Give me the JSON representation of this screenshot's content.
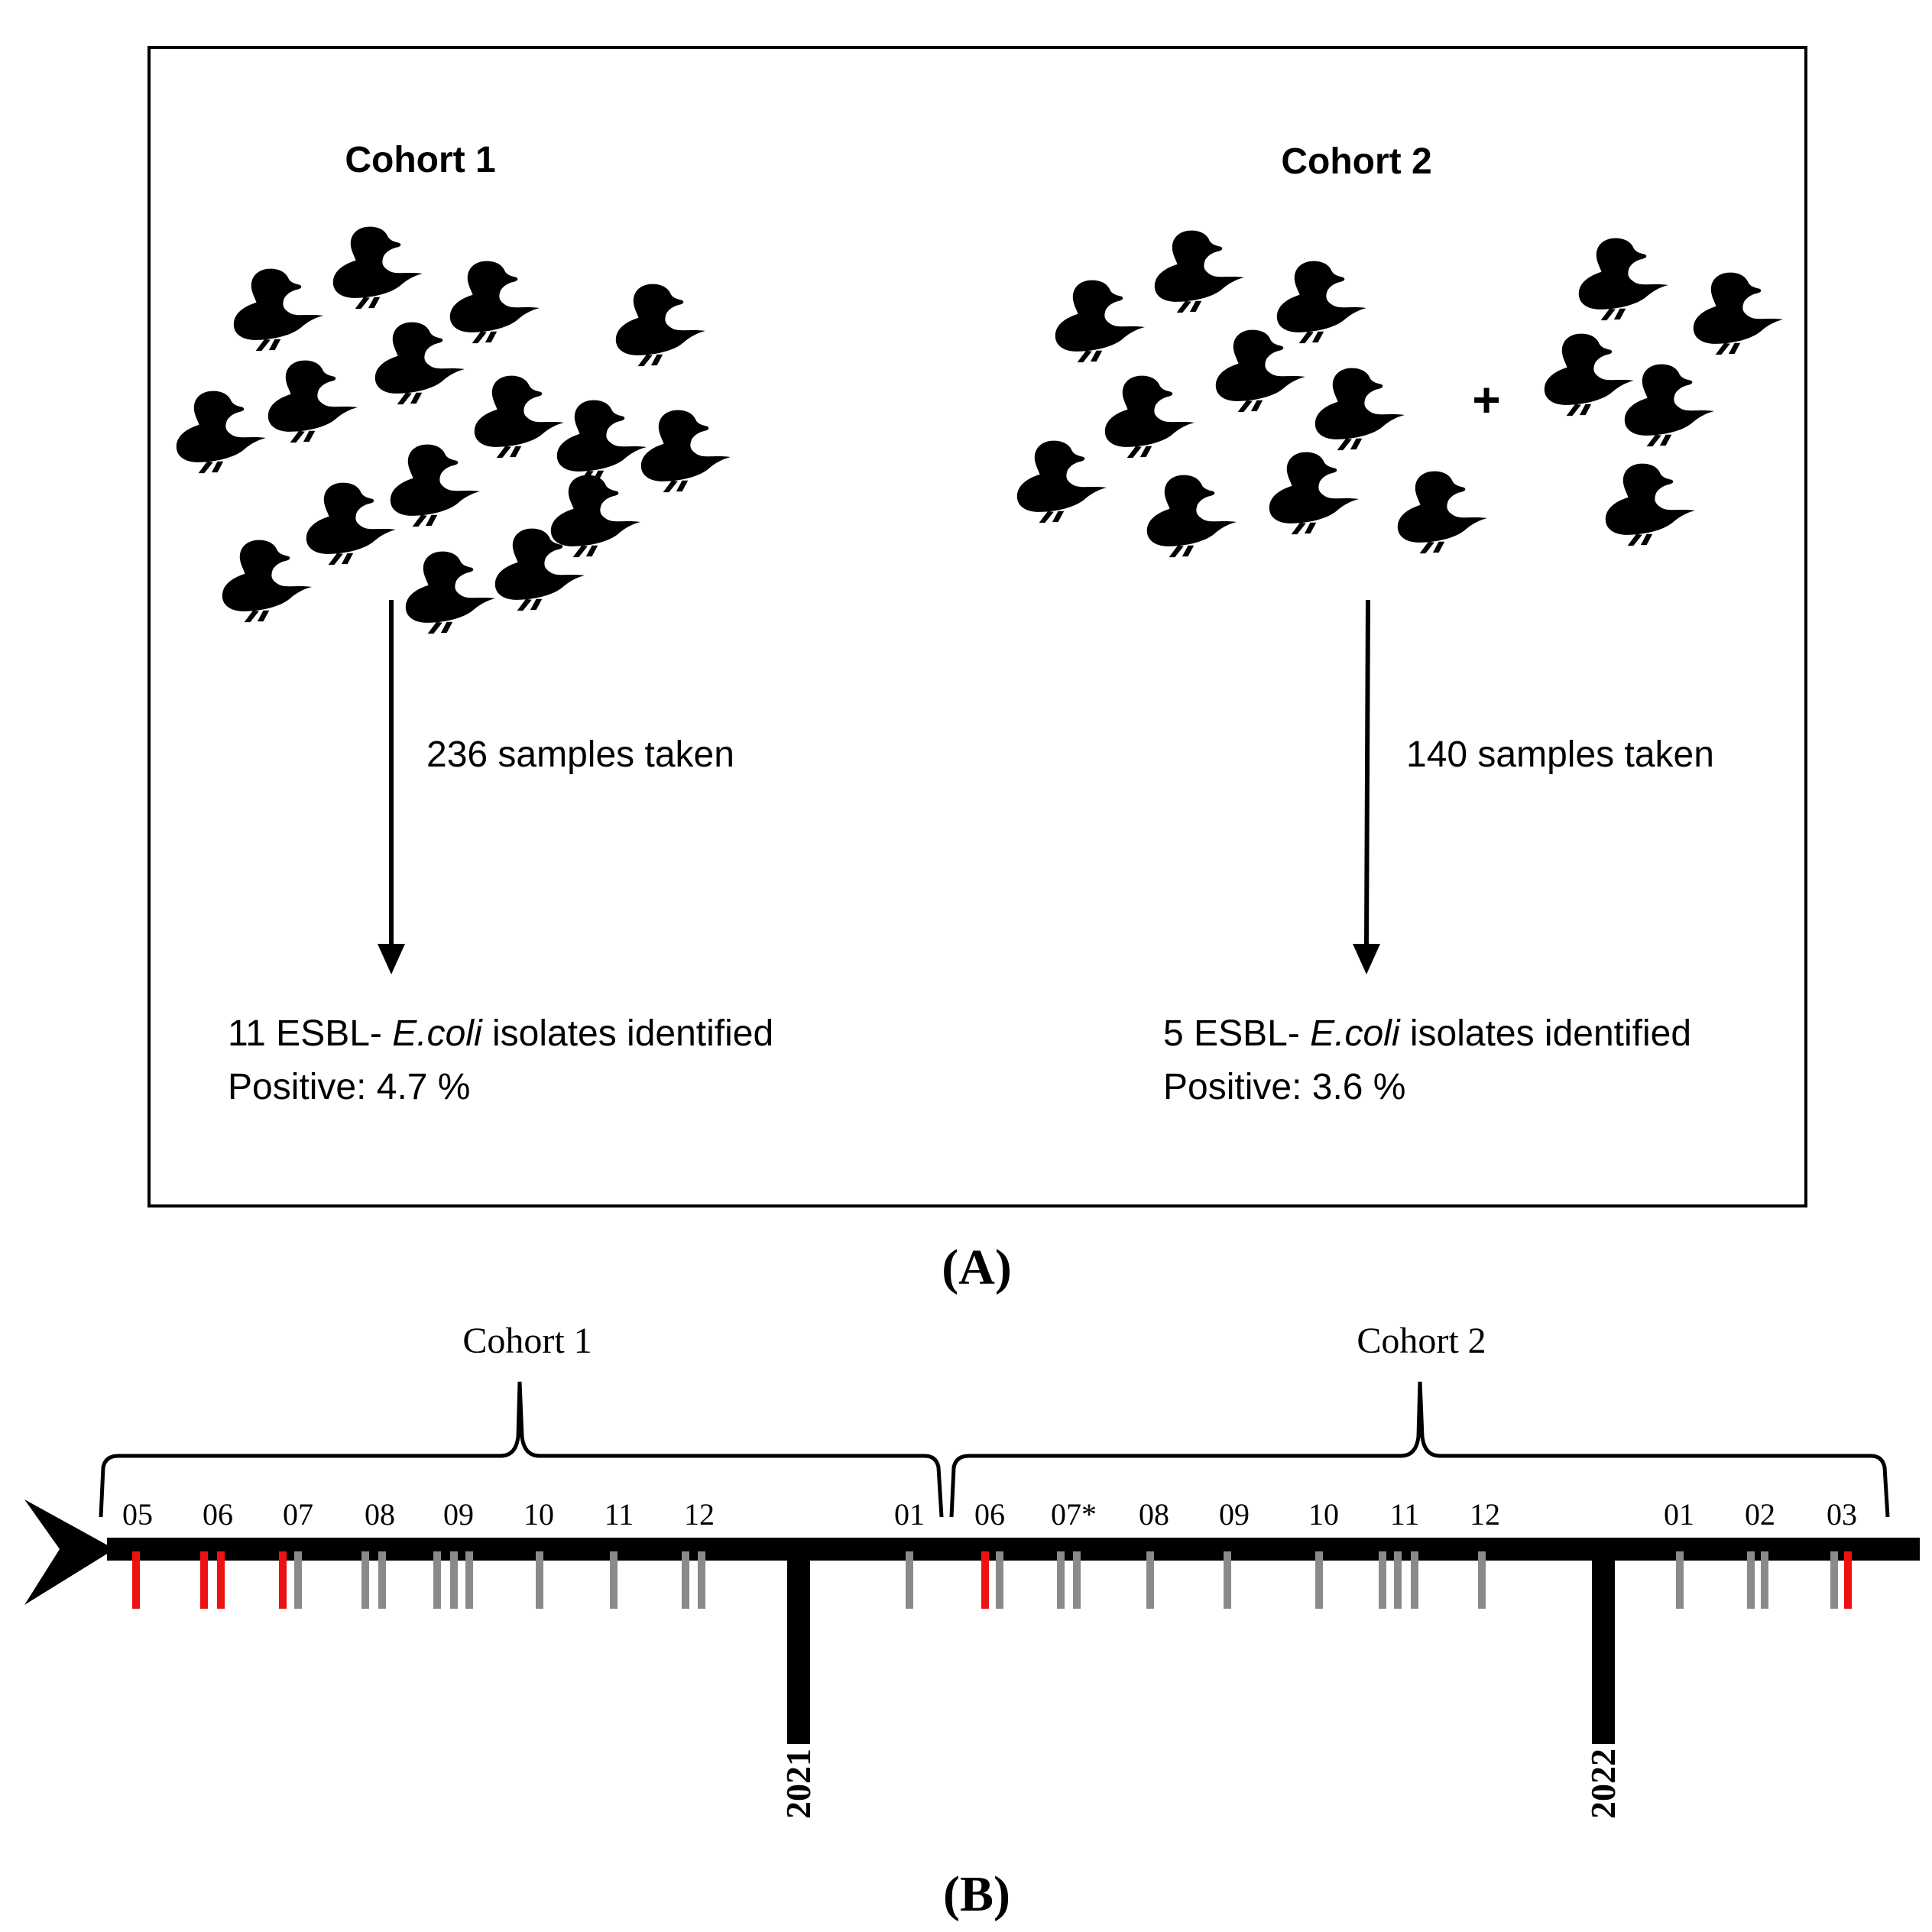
{
  "panel_a": {
    "cohorts": [
      {
        "title": "Cohort 1",
        "samples_text": "236 samples taken",
        "result_count": "11",
        "result_prefix": "ESBL-",
        "organism": "E.coli",
        "result_suffix": "isolates identified",
        "positive_text": "Positive: 4.7 %"
      },
      {
        "title": "Cohort 2",
        "samples_text": "140 samples taken",
        "result_count": "5",
        "result_prefix": "ESBL-",
        "organism": "E.coli",
        "result_suffix": "isolates identified",
        "positive_text": "Positive: 3.6 %"
      }
    ],
    "plus_sign": "+",
    "duck_icon": "duck-silhouette-icon",
    "label": "(A)"
  },
  "panel_b": {
    "cohort_labels": [
      "Cohort 1",
      "Cohort 2"
    ],
    "months": [
      "05",
      "06",
      "07",
      "08",
      "09",
      "10",
      "11",
      "12",
      "01",
      "06",
      "07*",
      "08",
      "09",
      "10",
      "11",
      "12",
      "01",
      "02",
      "03"
    ],
    "years": [
      "2021",
      "2022"
    ],
    "colors": {
      "positive": "#ee1111",
      "sampling": "#8a8a8a",
      "axis": "#000000"
    },
    "label": "(B)"
  }
}
